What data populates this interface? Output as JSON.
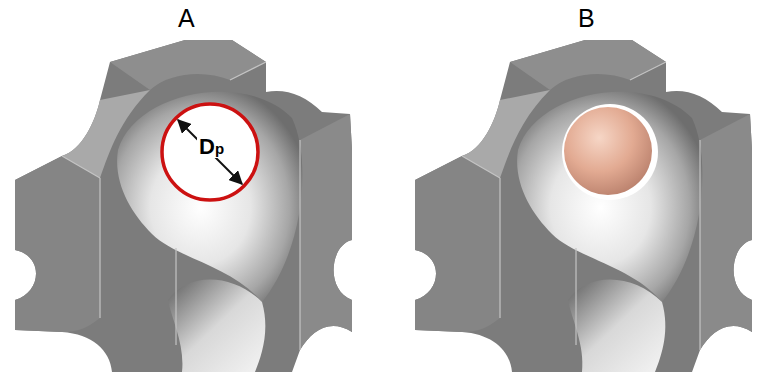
{
  "diagram": {
    "labels": [
      "A",
      "Dp",
      "B"
    ]
  }
}
